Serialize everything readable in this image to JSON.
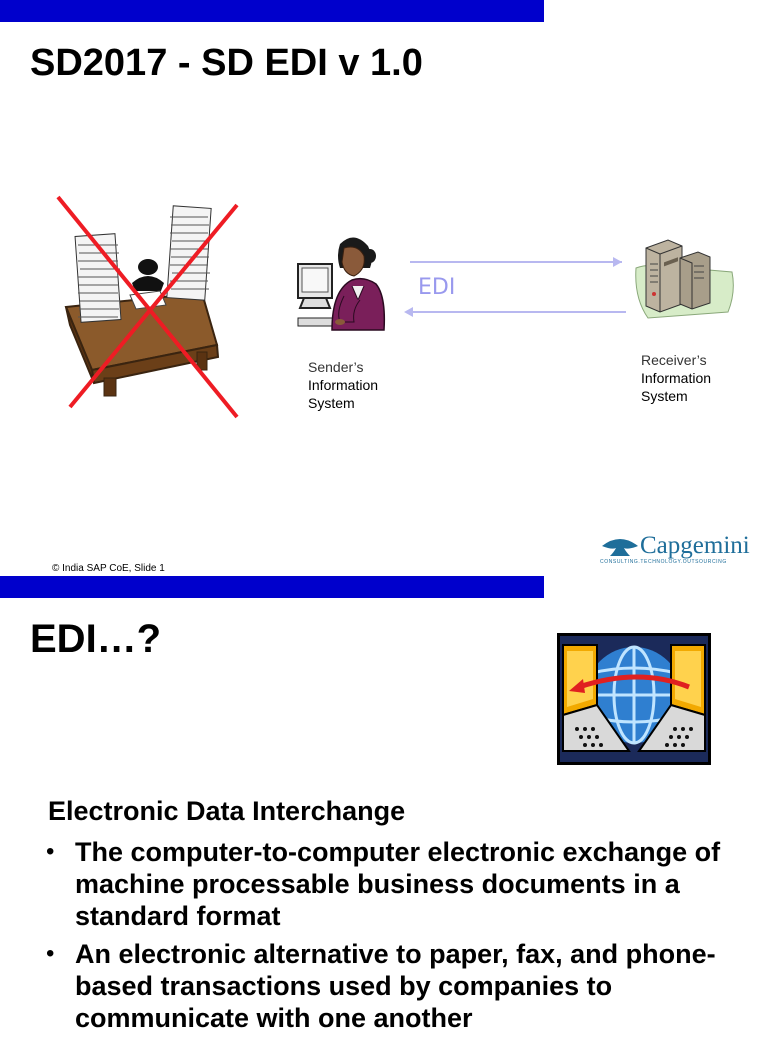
{
  "slide1": {
    "title": "SD2017 - SD EDI  v 1.0",
    "edi_label": "EDI",
    "sender": {
      "line1": "Sender’s",
      "line2": "Information",
      "line3": "System"
    },
    "receiver": {
      "line1": "Receiver’s",
      "line2": "Information",
      "line3": "System"
    },
    "footer": "© India SAP CoE, Slide 1",
    "logo": {
      "name": "Capgemini",
      "tagline": "CONSULTING.TECHNOLOGY.OUTSOURCING"
    }
  },
  "slide2": {
    "title": "EDI…?",
    "subtitle": "Electronic Data Interchange",
    "bullets": [
      "The computer-to-computer electronic exchange of machine processable business documents in a standard format",
      "An electronic alternative to paper, fax, and phone-based transactions used by companies to communicate with one another"
    ]
  },
  "colors": {
    "accent_bar": "#0000cc",
    "cross": "#ee1c24",
    "edi_text": "#9999ee",
    "logo_blue": "#1f6e9a"
  },
  "icons": [
    "paper-desk-icon",
    "cross-out-icon",
    "woman-at-computer-icon",
    "server-icon",
    "globe-computers-icon"
  ]
}
